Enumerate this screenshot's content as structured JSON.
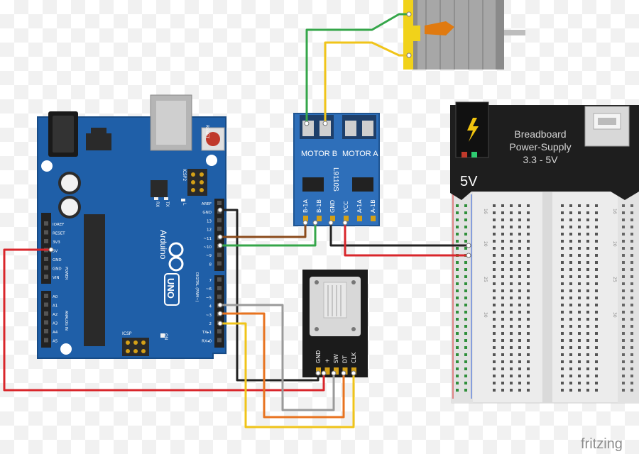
{
  "arduino": {
    "brand": "Arduino",
    "model": "UNO",
    "reset_label": "RESET",
    "icsp2_label": "ICSP2",
    "icsp_label": "ICSP",
    "on_label": "ON",
    "tx_label": "TX",
    "rx_label": "RX",
    "l_label": "L",
    "digital_label": "DIGITAL (PWM~)",
    "power_label": "POWER",
    "analog_label": "ANALOG IN",
    "power_pins": [
      "IOREF",
      "RESET",
      "3V3",
      "5V",
      "GND",
      "GND",
      "VIN"
    ],
    "analog_pins": [
      "A0",
      "A1",
      "A2",
      "A3",
      "A4",
      "A5"
    ],
    "digital_pins_top": [
      "AREF",
      "GND",
      "13",
      "12",
      "~11",
      "~10",
      "~9",
      "8"
    ],
    "digital_pins_bottom": [
      "7",
      "~6",
      "~5",
      "4",
      "~3",
      "2",
      "TX▸1",
      "RX◂0"
    ]
  },
  "driver": {
    "motor_b_label": "MOTOR B",
    "motor_a_label": "MOTOR A",
    "chip_label": "L9110S",
    "pins": [
      "B-1A",
      "B-1B",
      "GND",
      "VCC",
      "A-1A",
      "A-1B"
    ]
  },
  "encoder": {
    "pins": [
      "GND",
      "+",
      "SW",
      "DT",
      "CLK"
    ]
  },
  "power_supply": {
    "title": "Breadboard",
    "subtitle": "Power-Supply",
    "range": "3.3 - 5V",
    "voltage": "5V"
  },
  "breadboard": {
    "row_numbers": [
      "16",
      "20",
      "25",
      "30"
    ]
  },
  "watermark": "fritzing",
  "colors": {
    "board": "#1f5fa8",
    "board_dark": "#184f8d",
    "driver": "#2e6fba",
    "wire_red": "#d9262b",
    "wire_black": "#222222",
    "wire_green": "#35a64a",
    "wire_yellow": "#f0c419",
    "wire_orange": "#e8731f",
    "wire_brown": "#8a4a1b",
    "wire_gray": "#9a9a9a"
  }
}
